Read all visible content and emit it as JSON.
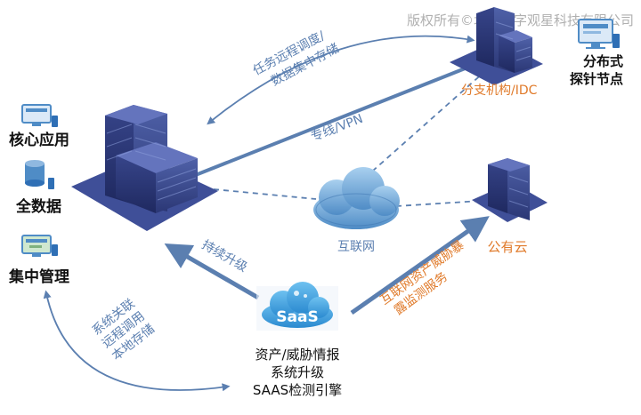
{
  "watermark": "版权所有©北京数字观星科技有限公司",
  "left_labels": {
    "core_apps": "核心应用",
    "full_data": "全数据",
    "central_mgmt": "集中管理"
  },
  "branch": {
    "label": "分支机构/IDC",
    "probe_line1": "分布式",
    "probe_line2": "探针节点"
  },
  "links": {
    "remote_line1": "任务远程调度/",
    "remote_line2": "数据集中存储",
    "vpn": "专线/VPN",
    "upgrade": "持续升级",
    "assoc_line1": "系统关联",
    "assoc_line2": "远程调用",
    "assoc_line3": "本地存储",
    "threat_line1": "互联网资产威胁暴",
    "threat_line2": "露监测服务"
  },
  "internet": {
    "label": "互联网"
  },
  "public_cloud": {
    "label": "公有云"
  },
  "saas": {
    "logo_text": "SaaS",
    "caption_line1": "资产/威胁情报",
    "caption_line2": "系统升级",
    "caption_line3": "SAAS检测引擎"
  },
  "colors": {
    "arrow_blue": "#5b7fb0",
    "building": "#3b4a8c",
    "orange": "#e07a2a",
    "cloud": "#6fa6d6"
  }
}
